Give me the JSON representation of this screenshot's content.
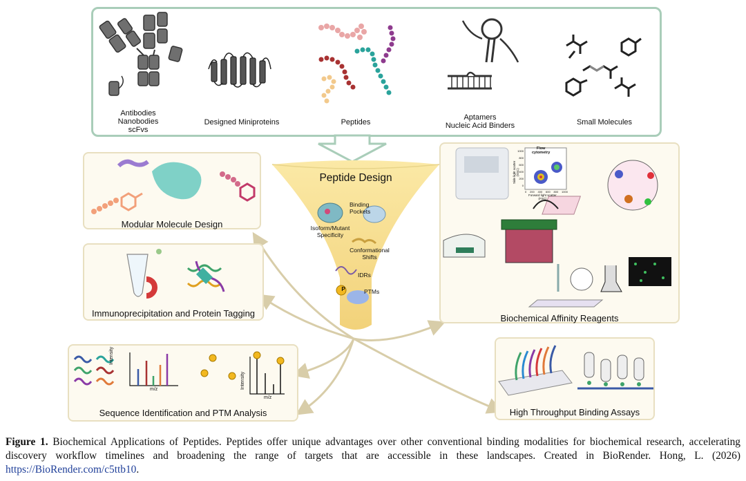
{
  "top_panel": {
    "items": [
      {
        "label_lines": [
          "Antibodies",
          "Nanobodies",
          "scFvs"
        ]
      },
      {
        "label_lines": [
          "Designed Miniproteins"
        ]
      },
      {
        "label_lines": [
          "Peptides"
        ]
      },
      {
        "label_lines": [
          "Aptamers",
          "Nucleic Acid Binders"
        ]
      },
      {
        "label_lines": [
          "Small Molecules"
        ]
      }
    ]
  },
  "funnel": {
    "title": "Peptide Design",
    "features": {
      "binding_pockets": "Binding\nPockets",
      "isoform": "Isoform/Mutant\nSpecificity",
      "conformational": "Conformational\nShifts",
      "idrs": "IDRs",
      "ptms": "PTMs",
      "ptm_badge": "P"
    }
  },
  "applications": {
    "modular": "Modular Molecule Design",
    "immuno": "Immunoprecipitation and Protein Tagging",
    "sequence": "Sequence Identification and PTM Analysis",
    "biochemical": "Biochemical Affinity Reagents",
    "high_throughput": "High Throughput Binding Assays"
  },
  "sequence_plot": {
    "y_label": "Intensity",
    "x_label": "m/z"
  },
  "flow_cytometry": {
    "title": "Flow\ncytometry",
    "y_label": "Side light scatter\n(SSC)",
    "x_label": "Forward light scatter\n(FSC)",
    "y_ticks": [
      "1000",
      "800",
      "600",
      "400",
      "200",
      "0"
    ],
    "x_ticks": [
      "0",
      "200",
      "400",
      "600",
      "800",
      "1000"
    ]
  },
  "caption": {
    "figure_label": "Figure 1.",
    "text": " Biochemical Applications of Peptides. Peptides offer unique advantages over other conventional binding modalities for biochemical research, accelerating discovery workflow timelines and broadening the range of targets that are accessible in these landscapes. Created in BioRender. Hong, L. (2026) ",
    "link": "https://BioRender.com/c5ttb10",
    "end": "."
  },
  "colors": {
    "top_border": "#a9cdb9",
    "panel_border": "#e8dfc0",
    "panel_fill": "#fdfaf0",
    "arrow": "#d8cda9",
    "funnel_top": "#fbe9a6",
    "funnel_bottom": "#f2d27a"
  }
}
